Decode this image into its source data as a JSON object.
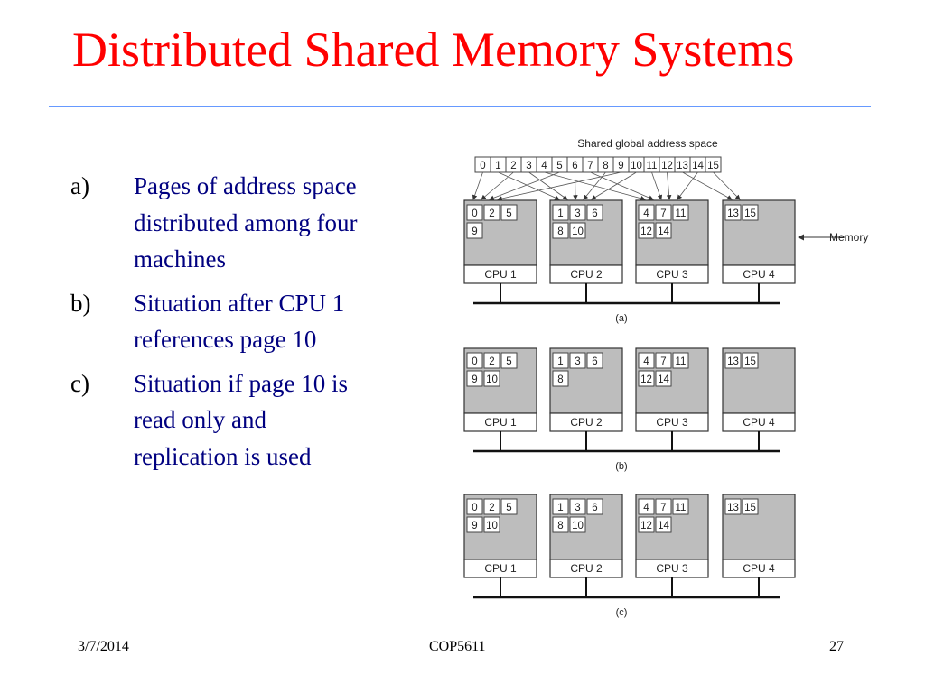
{
  "slide": {
    "title": "Distributed Shared Memory Systems",
    "bullets": [
      {
        "marker": "a)",
        "text": "Pages of address space distributed among four machines"
      },
      {
        "marker": "b)",
        "text": "Situation after CPU 1 references page 10"
      },
      {
        "marker": "c)",
        "text": "Situation if page 10 is read only and replication is used"
      }
    ],
    "footer": {
      "date": "3/7/2014",
      "course": "COP5611",
      "page": "27"
    }
  },
  "diagram": {
    "shared_label": "Shared global address space",
    "address_pages": [
      "0",
      "1",
      "2",
      "3",
      "4",
      "5",
      "6",
      "7",
      "8",
      "9",
      "10",
      "11",
      "12",
      "13",
      "14",
      "15"
    ],
    "memory_label": "Memory",
    "panels": [
      {
        "caption": "(a)",
        "machines": [
          {
            "cpu": "CPU 1",
            "pages": [
              [
                "0",
                "2",
                "5"
              ],
              [
                "9"
              ]
            ]
          },
          {
            "cpu": "CPU 2",
            "pages": [
              [
                "1",
                "3",
                "6"
              ],
              [
                "8",
                "10"
              ]
            ]
          },
          {
            "cpu": "CPU 3",
            "pages": [
              [
                "4",
                "7",
                "11"
              ],
              [
                "12",
                "14"
              ]
            ]
          },
          {
            "cpu": "CPU 4",
            "pages": [
              [
                "13",
                "15"
              ]
            ]
          }
        ]
      },
      {
        "caption": "(b)",
        "machines": [
          {
            "cpu": "CPU 1",
            "pages": [
              [
                "0",
                "2",
                "5"
              ],
              [
                "9",
                "10"
              ]
            ]
          },
          {
            "cpu": "CPU 2",
            "pages": [
              [
                "1",
                "3",
                "6"
              ],
              [
                "8"
              ]
            ]
          },
          {
            "cpu": "CPU 3",
            "pages": [
              [
                "4",
                "7",
                "11"
              ],
              [
                "12",
                "14"
              ]
            ]
          },
          {
            "cpu": "CPU 4",
            "pages": [
              [
                "13",
                "15"
              ]
            ]
          }
        ]
      },
      {
        "caption": "(c)",
        "machines": [
          {
            "cpu": "CPU 1",
            "pages": [
              [
                "0",
                "2",
                "5"
              ],
              [
                "9",
                "10"
              ]
            ]
          },
          {
            "cpu": "CPU 2",
            "pages": [
              [
                "1",
                "3",
                "6"
              ],
              [
                "8",
                "10"
              ]
            ]
          },
          {
            "cpu": "CPU 3",
            "pages": [
              [
                "4",
                "7",
                "11"
              ],
              [
                "12",
                "14"
              ]
            ]
          },
          {
            "cpu": "CPU 4",
            "pages": [
              [
                "13",
                "15"
              ]
            ]
          }
        ]
      }
    ]
  }
}
